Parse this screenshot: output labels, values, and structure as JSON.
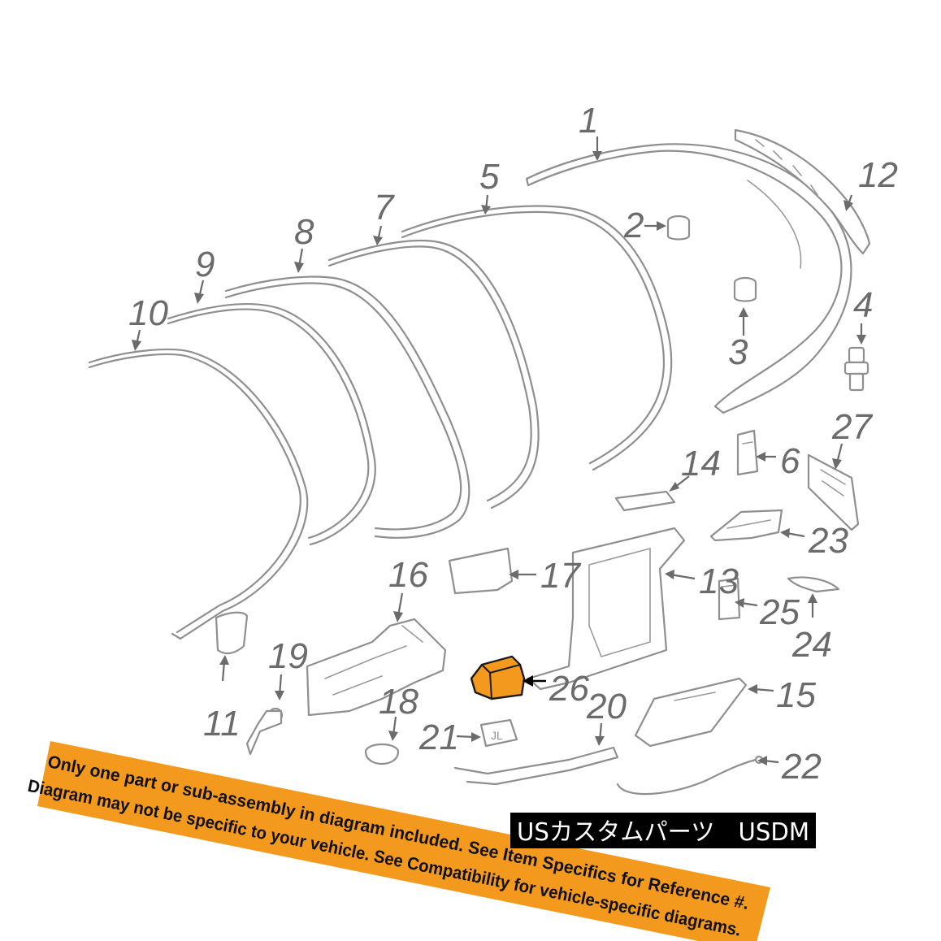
{
  "callouts": {
    "c1": "1",
    "c2": "2",
    "c3": "3",
    "c4": "4",
    "c5": "5",
    "c6": "6",
    "c7": "7",
    "c8": "8",
    "c9": "9",
    "c10": "10",
    "c11": "11",
    "c12": "12",
    "c13": "13",
    "c14": "14",
    "c15": "15",
    "c16": "16",
    "c17": "17",
    "c18": "18",
    "c19": "19",
    "c20": "20",
    "c21": "21",
    "c22": "22",
    "c23": "23",
    "c24": "24",
    "c25": "25",
    "c26": "26",
    "c27": "27"
  },
  "highlight": {
    "part": "26",
    "fill_color": "#f39a1e",
    "stroke_color": "#1a1a1a"
  },
  "badge": {
    "text": "JL"
  },
  "banner": {
    "line1": "Only one part or sub-assembly in diagram included. See Item Specifics for Reference #.",
    "line2": "Diagram may not be specific to your vehicle. See Compatibility for vehicle-specific diagrams.",
    "color": "#f39a1e"
  },
  "watermark": {
    "text": "USカスタムパーツ　USDM",
    "bg_color": "#000000"
  }
}
